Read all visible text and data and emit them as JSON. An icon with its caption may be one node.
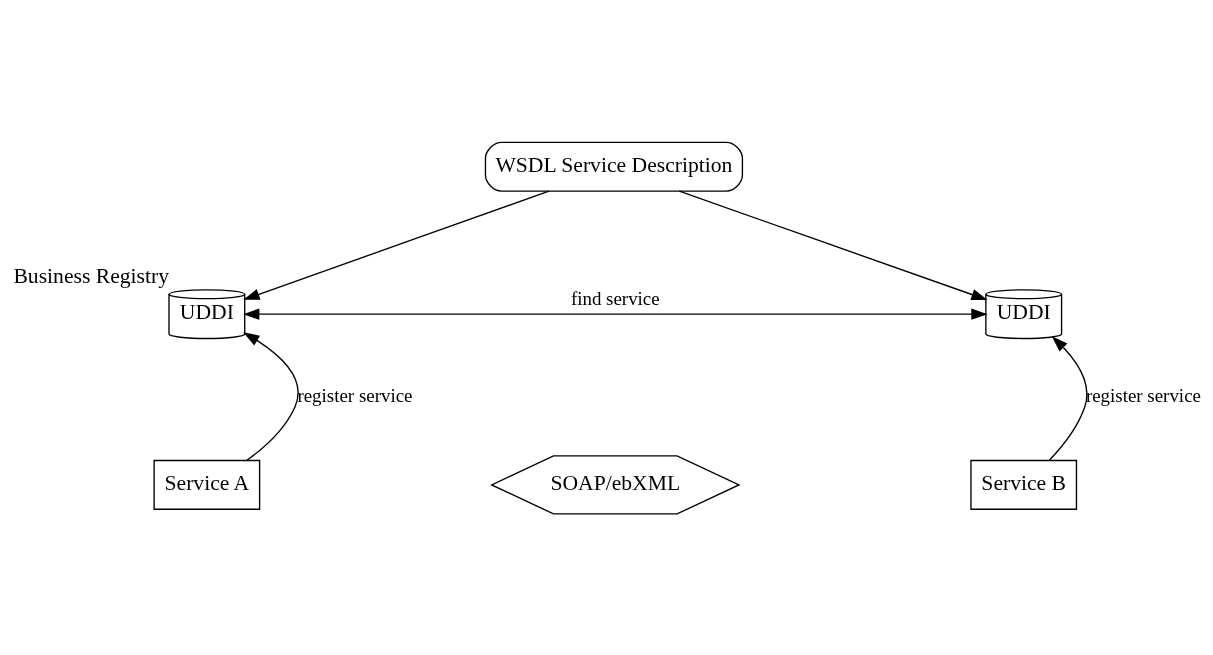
{
  "diagram": {
    "nodes": [
      {
        "text": [
          "WSDL Service Description"
        ]
      },
      {
        "text": [
          "UDDI"
        ],
        "beside": [
          "Business Registry"
        ]
      },
      {
        "text": [
          "UDDI"
        ]
      },
      {
        "text": [
          "Service A"
        ]
      },
      {
        "text": [
          "SOAP/ebXML"
        ]
      },
      {
        "text": [
          "Service B"
        ]
      }
    ],
    "edges": [
      {
        "from": 0,
        "to": 1,
        "arrow": "to"
      },
      {
        "from": 0,
        "to": 2,
        "arrow": "to"
      },
      {
        "from": 1,
        "to": 2,
        "arrow": "both",
        "label": "find service"
      },
      {
        "from": 3,
        "to": 1,
        "arrow": "to",
        "label": "register service"
      },
      {
        "from": 5,
        "to": 2,
        "arrow": "to",
        "label": "register service"
      }
    ]
  }
}
